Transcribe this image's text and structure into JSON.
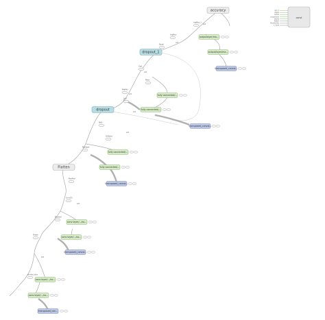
{
  "graph": {
    "main_nodes": [
      {
        "id": "accuracy",
        "label": "accuracy",
        "style": "gray"
      },
      {
        "id": "dropout_1",
        "label": "dropout_1",
        "style": "teal"
      },
      {
        "id": "dropout",
        "label": "dropout",
        "style": "teal"
      },
      {
        "id": "flatten",
        "label": "Flatten",
        "style": "gray"
      }
    ],
    "aux_nodes": [
      {
        "id": "outputlayer",
        "label": "outputlayer/ma...",
        "style": "green"
      },
      {
        "id": "outputlayer2",
        "label": "output/layer/ma...",
        "style": "green"
      },
      {
        "id": "transposed1",
        "label": "transposed_convol...",
        "style": "blue"
      },
      {
        "id": "fully_connected1",
        "label": "fully connected/...",
        "style": "green"
      },
      {
        "id": "fully_connected2",
        "label": "fully connected/...",
        "style": "green"
      },
      {
        "id": "transposed2",
        "label": "transposed_convol...",
        "style": "blue"
      },
      {
        "id": "fully_connected3",
        "label": "fully connected/...",
        "style": "green"
      },
      {
        "id": "fully_connected4",
        "label": "fully connected/...",
        "style": "green"
      },
      {
        "id": "transposed3",
        "label": "transposed_convol...",
        "style": "blue"
      },
      {
        "id": "conv1",
        "label": "conv layer/.../co...",
        "style": "green"
      },
      {
        "id": "conv2",
        "label": "conv layer/.../co...",
        "style": "green"
      },
      {
        "id": "transposed4",
        "label": "transposed_convol...",
        "style": "blue"
      },
      {
        "id": "conv3",
        "label": "conv layer/.../co...",
        "style": "green"
      },
      {
        "id": "conv4",
        "label": "conv layer/.../co...",
        "style": "green"
      },
      {
        "id": "transposed5",
        "label": "transposed_con...",
        "style": "blue"
      }
    ],
    "small_labels": [
      "ArgMax_1",
      "ArgMax",
      "Equal",
      "Cast",
      "Mean",
      "MatMul",
      "Add",
      "Relu",
      "Softmax",
      "Reshape",
      "MaxPool",
      "Conv2D",
      "BiasAdd",
      "Shape",
      "strided_slice"
    ],
    "edge_labels": [
      "add",
      "add",
      "add",
      "add",
      "add",
      "add",
      "add",
      "add"
    ],
    "legend_node_label": "const",
    "legend_inputs": [
      "add_1",
      "shape",
      "kernel",
      "outputlayer",
      "biases",
      "flatten",
      "Placeholder",
      "x_input"
    ]
  },
  "colors": {
    "gray_fill": "#ececec",
    "gray_stroke": "#b4b4b4",
    "teal_fill": "#b7dde2",
    "teal_stroke": "#7fb1b9",
    "green_fill": "#d6ebc6",
    "green_stroke": "#8fb87a",
    "blue_fill": "#bcc7e4",
    "blue_stroke": "#8793b9"
  }
}
